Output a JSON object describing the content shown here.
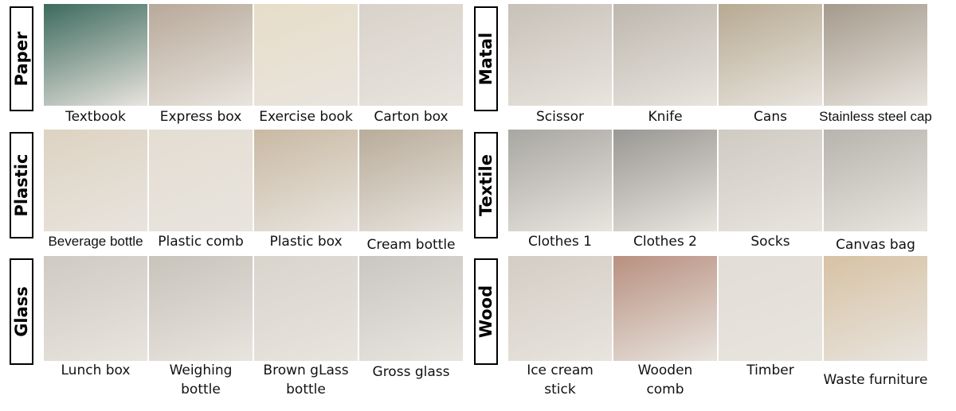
{
  "panels": [
    {
      "rows": [
        {
          "category": "Paper",
          "items": [
            {
              "label": "Textbook",
              "bg": "#3d6a5e"
            },
            {
              "label": "Express box",
              "bg": "#b8a99a"
            },
            {
              "label": "Exercise book",
              "bg": "#e7ddc8"
            },
            {
              "label": "Carton box",
              "bg": "#d8d2ca"
            }
          ]
        },
        {
          "category": "Plastic",
          "items": [
            {
              "label": "Beverage bottle",
              "bg": "#ddd3c2"
            },
            {
              "label": "Plastic comb",
              "bg": "#e4ddd2"
            },
            {
              "label": "Plastic box",
              "bg": "#c9b9a3"
            },
            {
              "label": "Cream bottle",
              "bg": "#b9ac9a"
            }
          ]
        },
        {
          "category": "Glass",
          "items": [
            {
              "label": "Lunch box",
              "bg": "#cfcac3"
            },
            {
              "label": "Weighing bottle",
              "bg": "#c8c3bb"
            },
            {
              "label": "Brown gLass bottle",
              "bg": "#d9d4cc"
            },
            {
              "label": "Gross glass",
              "bg": "#cac7c2"
            }
          ]
        }
      ]
    },
    {
      "rows": [
        {
          "category": "Matal",
          "items": [
            {
              "label": "Scissor",
              "bg": "#c7c1b8"
            },
            {
              "label": "Knife",
              "bg": "#bdb7ae"
            },
            {
              "label": "Cans",
              "bg": "#b7aa92"
            },
            {
              "label": "Stainless steel cap",
              "bg": "#a59a8c"
            }
          ]
        },
        {
          "category": "Textile",
          "items": [
            {
              "label": "Clothes 1",
              "bg": "#a9a7a2"
            },
            {
              "label": "Clothes 2",
              "bg": "#9a9894"
            },
            {
              "label": "Socks",
              "bg": "#cfcac2"
            },
            {
              "label": "Canvas bag",
              "bg": "#b7b4ae"
            }
          ]
        },
        {
          "category": "Wood",
          "items": [
            {
              "label": "Ice cream stick",
              "bg": "#d3cdc4"
            },
            {
              "label": "Wooden comb",
              "bg": "#b89080"
            },
            {
              "label": "Timber",
              "bg": "#e2ddd6"
            },
            {
              "label": "Waste furniture",
              "bg": "#d7c2a4"
            }
          ]
        }
      ]
    }
  ]
}
